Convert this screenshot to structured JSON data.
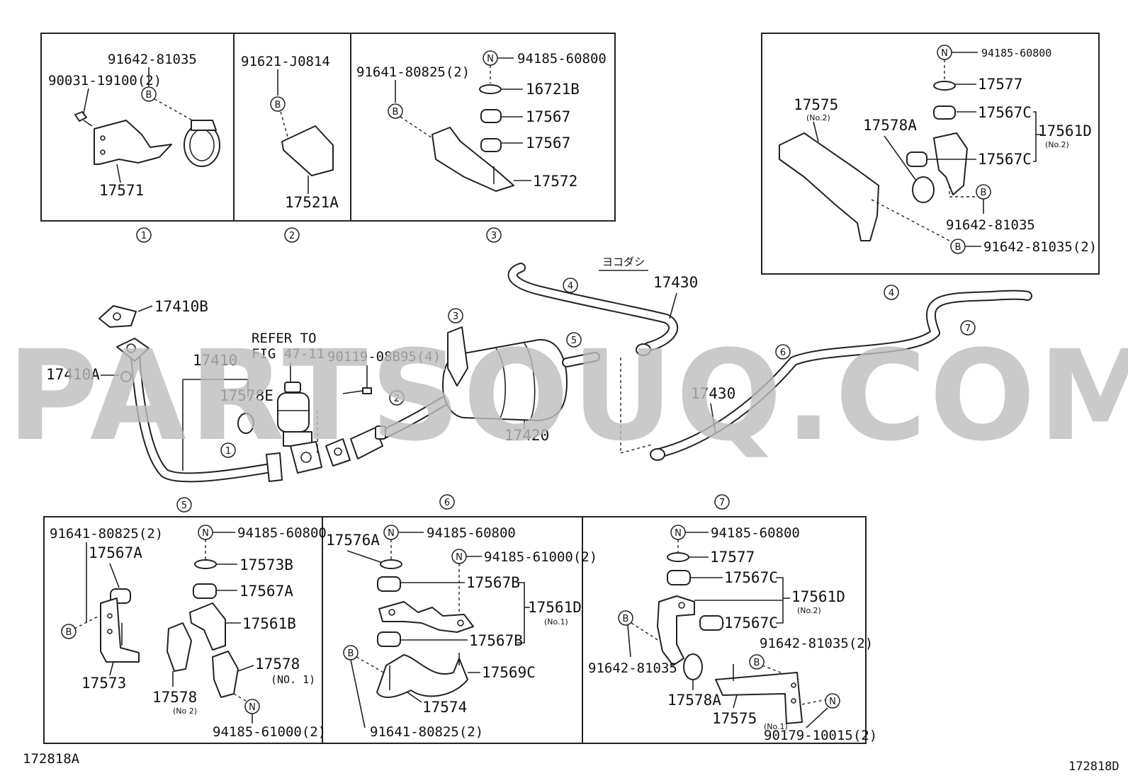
{
  "watermark": "PARTSOUQ.COM",
  "diagram_id_left": "172818A",
  "diagram_id_right": "172818D",
  "notes": {
    "refer1": "REFER TO",
    "refer2": "FIG 47-11",
    "jp": "ヨコダシ"
  },
  "icons": {
    "bolt": "B",
    "nut": "N"
  },
  "callouts": {
    "c1": "1",
    "c2": "2",
    "c3": "3",
    "c4": "4",
    "c5": "5",
    "c6": "6",
    "c7": "7"
  },
  "parts": {
    "p91642_81035": "91642-81035",
    "p90031_19100": "90031-19100(2)",
    "p17571": "17571",
    "p91621_J0814": "91621-J0814",
    "p17521A": "17521A",
    "p91641_80825": "91641-80825(2)",
    "p94185_60800": "94185-60800",
    "p16721B": "16721B",
    "p17567": "17567",
    "p17572": "17572",
    "p17577": "17577",
    "p17575": "17575",
    "p17578A": "17578A",
    "p17567C": "17567C",
    "p17561D": "17561D",
    "p91642_81035_2": "91642-81035(2)",
    "p17410B": "17410B",
    "p17410A": "17410A",
    "p17410": "17410",
    "p17578E": "17578E",
    "p90119_08B95": "90119-08B95(4)",
    "p17420": "17420",
    "p17430": "17430",
    "p17567A": "17567A",
    "p17573B": "17573B",
    "p17561B": "17561B",
    "p17578": "17578",
    "p17573": "17573",
    "p94185_61000": "94185-61000(2)",
    "p17576A": "17576A",
    "p17567B": "17567B",
    "p17569C": "17569C",
    "p17574": "17574",
    "p90179_10015": "90179-10015(2)"
  },
  "subs": {
    "no1": "(No.1)",
    "no2": "(No.2)",
    "no1b": "(NO. 1)",
    "no2b": "(No 2)"
  }
}
